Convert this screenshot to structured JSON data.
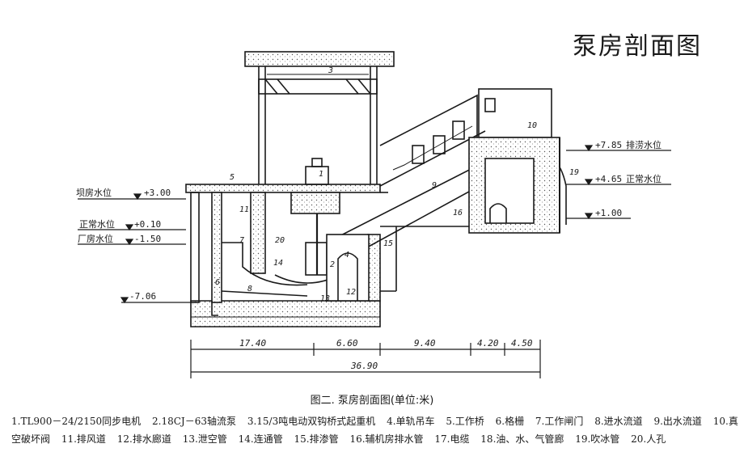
{
  "title": "泵房剖面图",
  "caption": "图二. 泵房剖面图(单位:米)",
  "levels": {
    "left_top": "+3.00",
    "left_top_label": "坝房水位",
    "left_mid": "+0.10",
    "left_mid_label": "正常水位",
    "left_low": "-1.50",
    "left_low_label": "厂房水位",
    "bottom": "-7.06",
    "right_top": "+7.85",
    "right_top_label": "排涝水位",
    "right_mid": "+4.65",
    "right_mid_label": "正常水位",
    "right_low": "+1.00"
  },
  "dimensions": {
    "segments": [
      "17.40",
      "6.60",
      "9.40",
      "4.20",
      "4.50"
    ],
    "total": "36.90"
  },
  "part_numbers": [
    "1",
    "2",
    "3",
    "4",
    "5",
    "6",
    "7",
    "8",
    "9",
    "10",
    "11",
    "12",
    "13",
    "14",
    "15",
    "16",
    "19",
    "20"
  ],
  "legend": [
    "1.TL900－24/2150同步电机",
    "2.18CJ－63轴流泵",
    "3.15/3吨电动双钩桥式起重机",
    "4.单轨吊车",
    "5.工作桥",
    "6.格栅",
    "7.工作闸门",
    "8.进水流道",
    "9.出水流道",
    "10.真空破坏阀",
    "11.排风道",
    "12.排水廊道",
    "13.泄空管",
    "14.连通管",
    "15.排渗管",
    "16.辅机房排水管",
    "17.电缆",
    "18.油、水、气管廊",
    "19.吹冰管",
    "20.人孔"
  ]
}
